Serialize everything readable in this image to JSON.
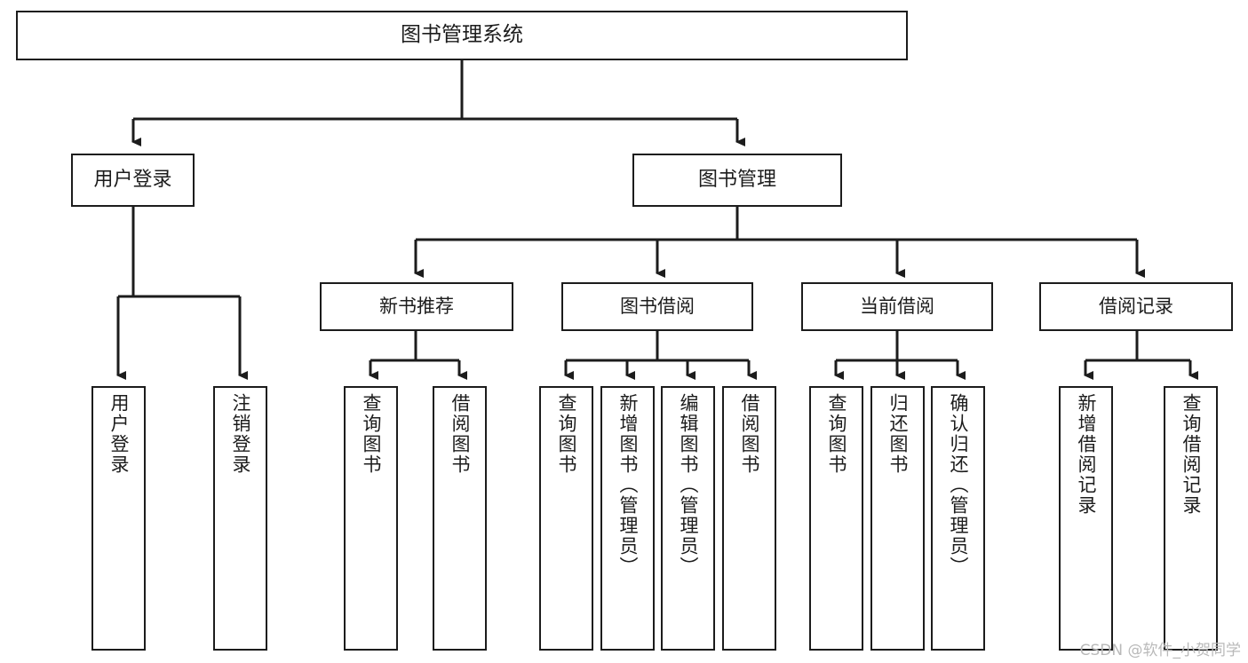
{
  "diagram": {
    "title": "图书管理系统",
    "type": "functional-structure-tree",
    "watermark": "CSDN @软件_小贺同学",
    "colors": {
      "background": "#ffffff",
      "border": "#1c1c1c",
      "text": "#1c1c1c",
      "edge": "#1c1c1c",
      "watermark": "#b9b9b9"
    },
    "levels": {
      "root": {
        "label": "图书管理系统"
      },
      "level1": [
        {
          "label": "用户登录"
        },
        {
          "label": "图书管理"
        }
      ],
      "level2": [
        {
          "label": "新书推荐"
        },
        {
          "label": "图书借阅"
        },
        {
          "label": "当前借阅"
        },
        {
          "label": "借阅记录"
        }
      ],
      "leaves": [
        {
          "label": "用户登录",
          "parent": "用户登录"
        },
        {
          "label": "注销登录",
          "parent": "用户登录"
        },
        {
          "label": "查询图书",
          "parent": "新书推荐"
        },
        {
          "label": "借阅图书",
          "parent": "新书推荐"
        },
        {
          "label": "查询图书",
          "parent": "图书借阅"
        },
        {
          "label": "新增图书（管理员）",
          "parent": "图书借阅"
        },
        {
          "label": "编辑图书（管理员）",
          "parent": "图书借阅"
        },
        {
          "label": "借阅图书",
          "parent": "图书借阅"
        },
        {
          "label": "查询图书",
          "parent": "当前借阅"
        },
        {
          "label": "归还图书",
          "parent": "当前借阅"
        },
        {
          "label": "确认归还（管理员）",
          "parent": "当前借阅"
        },
        {
          "label": "新增借阅记录",
          "parent": "借阅记录"
        },
        {
          "label": "查询借阅记录",
          "parent": "借阅记录"
        }
      ]
    }
  }
}
